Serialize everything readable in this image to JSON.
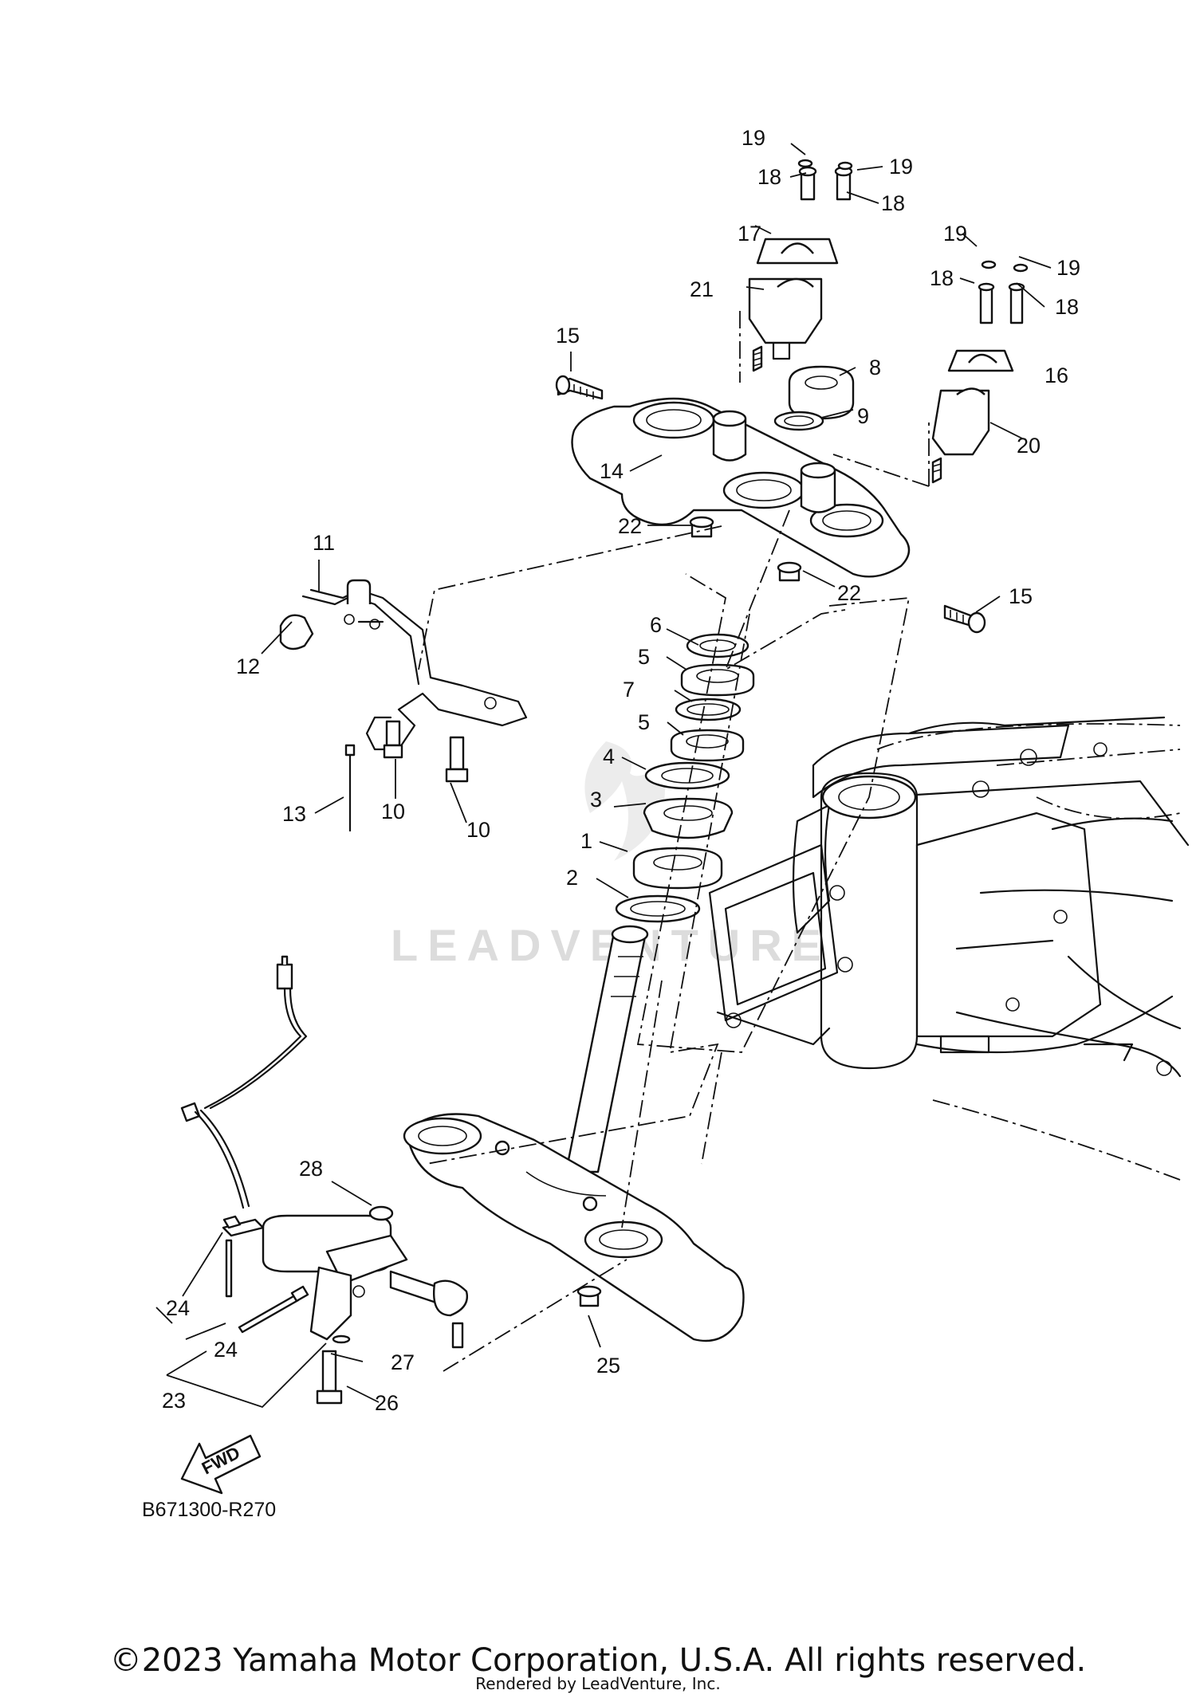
{
  "diagram": {
    "labels": [
      "1",
      "2",
      "3",
      "4",
      "5",
      "5",
      "6",
      "7",
      "8",
      "9",
      "10",
      "10",
      "11",
      "12",
      "13",
      "14",
      "15",
      "15",
      "16",
      "17",
      "18",
      "18",
      "18",
      "18",
      "19",
      "19",
      "19",
      "19",
      "20",
      "21",
      "22",
      "22",
      "23",
      "24",
      "24",
      "25",
      "26",
      "27",
      "28"
    ],
    "drawing_code": "B671300-R270",
    "fwd_label": "FWD",
    "watermark": "LEADVENTURE"
  },
  "footer": {
    "copyright": "©2023 Yamaha Motor Corporation, U.S.A. All rights reserved.",
    "rendered_by": "Rendered by LeadVenture, Inc."
  }
}
